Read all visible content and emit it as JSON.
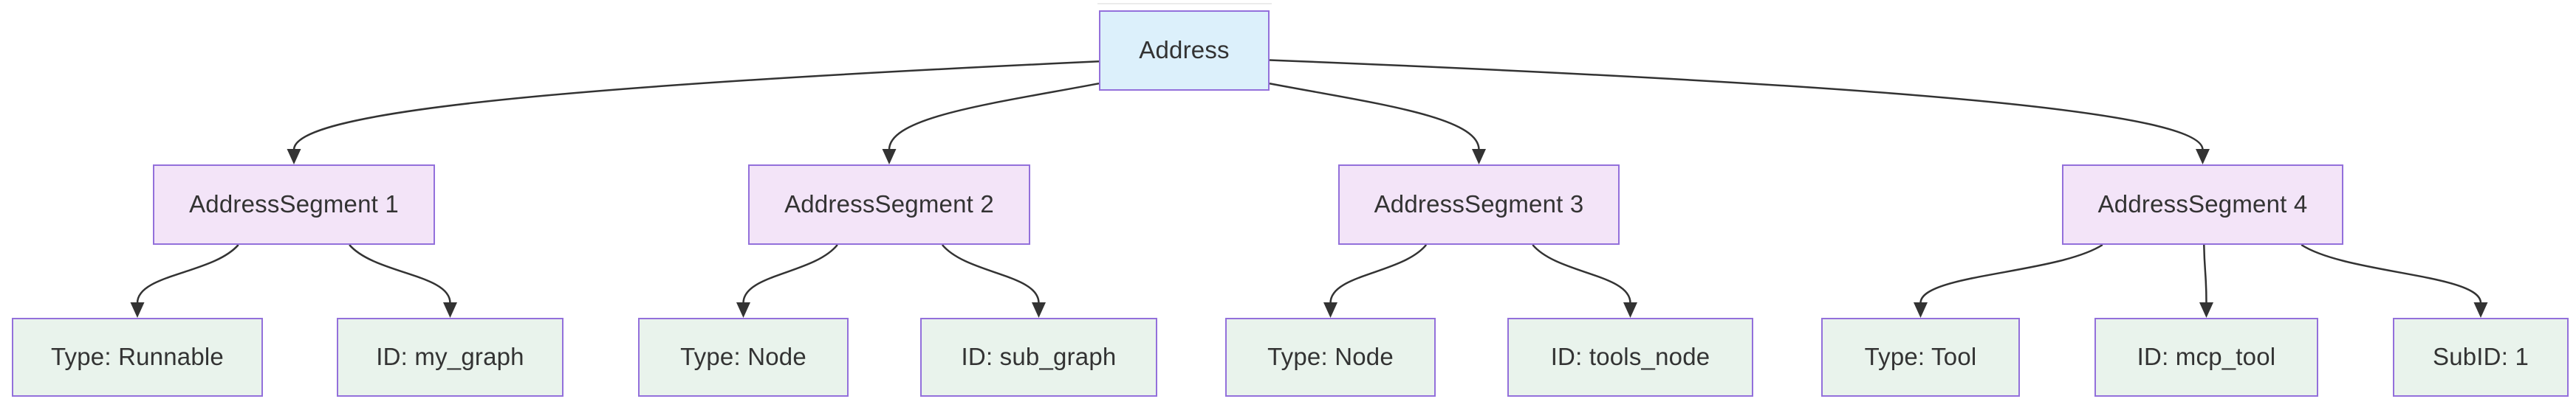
{
  "diagram_title": "Address hierarchy flowchart",
  "nodes": {
    "address": {
      "label": "Address",
      "type": "root"
    },
    "segment1": {
      "label": "AddressSegment 1",
      "type": "segment"
    },
    "segment2": {
      "label": "AddressSegment 2",
      "type": "segment"
    },
    "segment3": {
      "label": "AddressSegment 3",
      "type": "segment"
    },
    "segment4": {
      "label": "AddressSegment 4",
      "type": "segment"
    },
    "leaf1": {
      "label": "Type: Runnable",
      "type": "leaf"
    },
    "leaf2": {
      "label": "ID: my_graph",
      "type": "leaf"
    },
    "leaf3": {
      "label": "Type: Node",
      "type": "leaf"
    },
    "leaf4": {
      "label": "ID: sub_graph",
      "type": "leaf"
    },
    "leaf5": {
      "label": "Type: Node",
      "type": "leaf"
    },
    "leaf6": {
      "label": "ID: tools_node",
      "type": "leaf"
    },
    "leaf7": {
      "label": "Type: Tool",
      "type": "leaf"
    },
    "leaf8": {
      "label": "ID: mcp_tool",
      "type": "leaf"
    },
    "leaf9": {
      "label": "SubID: 1",
      "type": "leaf"
    }
  },
  "edges": [
    {
      "from": "address",
      "to": "segment1"
    },
    {
      "from": "address",
      "to": "segment2"
    },
    {
      "from": "address",
      "to": "segment3"
    },
    {
      "from": "address",
      "to": "segment4"
    },
    {
      "from": "segment1",
      "to": "leaf1"
    },
    {
      "from": "segment1",
      "to": "leaf2"
    },
    {
      "from": "segment2",
      "to": "leaf3"
    },
    {
      "from": "segment2",
      "to": "leaf4"
    },
    {
      "from": "segment3",
      "to": "leaf5"
    },
    {
      "from": "segment3",
      "to": "leaf6"
    },
    {
      "from": "segment4",
      "to": "leaf7"
    },
    {
      "from": "segment4",
      "to": "leaf8"
    },
    {
      "from": "segment4",
      "to": "leaf9"
    }
  ],
  "palette": {
    "root_fill": "#dcf0fb",
    "segment_fill": "#f3e4f8",
    "leaf_fill": "#e9f3ec",
    "node_border": "#9370db",
    "edge": "#333333",
    "text": "#333333",
    "background": "#ffffff"
  }
}
